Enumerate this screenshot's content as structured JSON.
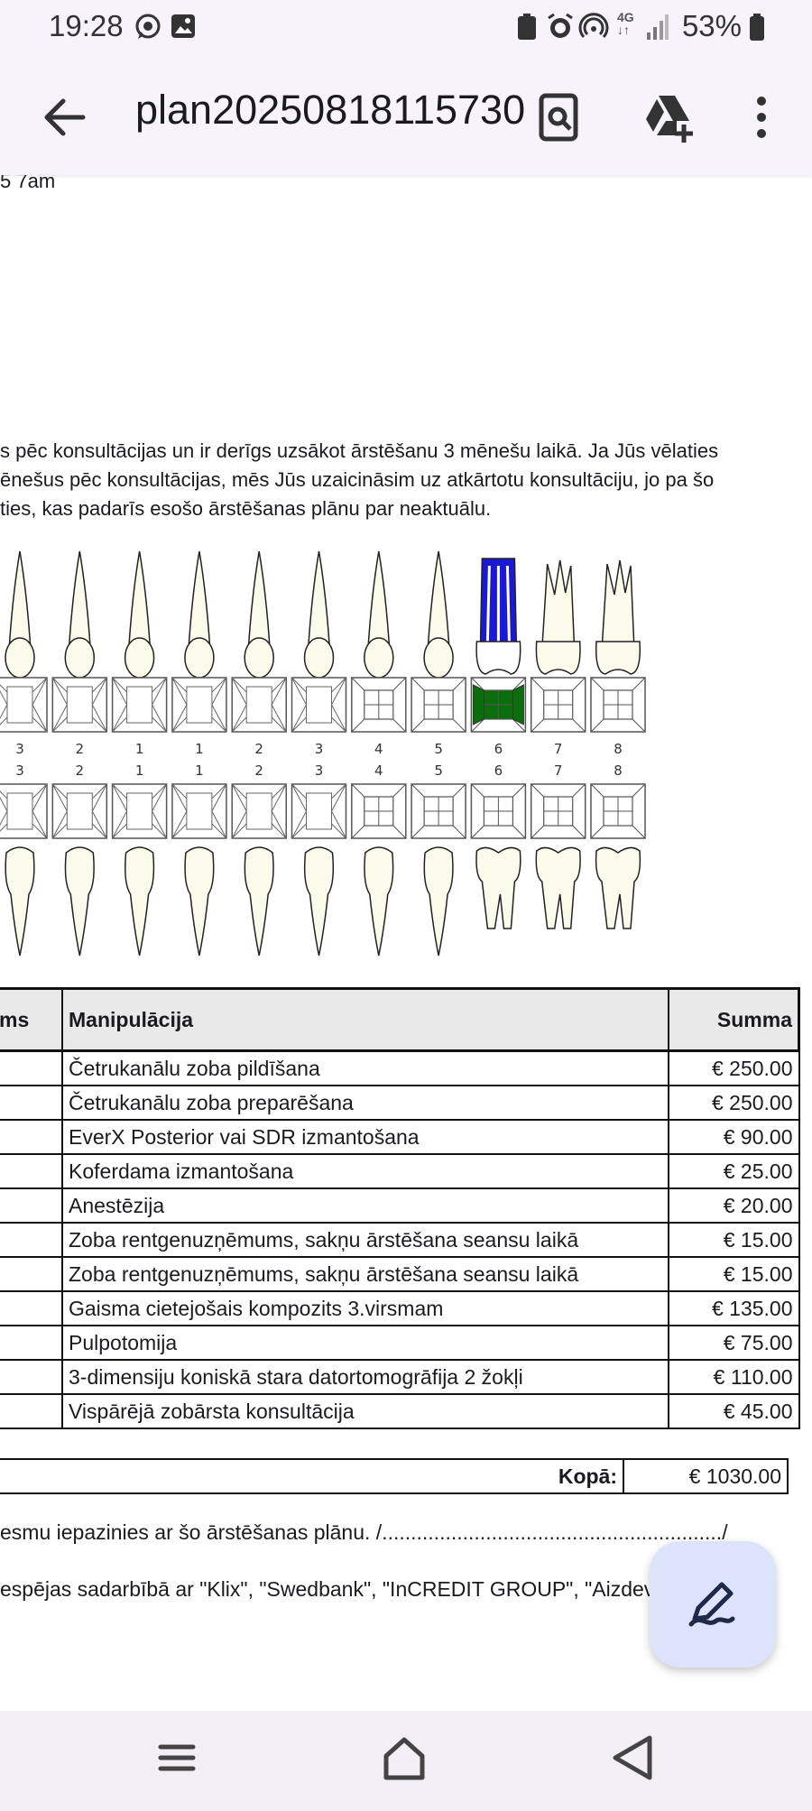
{
  "status_bar": {
    "time": "19:28",
    "battery": "53%"
  },
  "app_bar": {
    "title": "plan20250818115730"
  },
  "document": {
    "fragment_top": "5 7am",
    "paragraph": [
      "s pēc konsultācijas un ir derīgs uzsākot ārstēšanu 3 mēnešu laikā. Ja Jūs vēlaties",
      "ēnešus pēc konsultācijas, mēs Jūs uzaicināsim uz atkārtotu konsultāciju, jo pa šo",
      "ties, kas padarīs esošo ārstēšanas plānu par neaktuālu."
    ],
    "tooth_chart": {
      "upper_numbers": [
        "3",
        "2",
        "1",
        "1",
        "2",
        "3",
        "4",
        "5",
        "6",
        "7",
        "8"
      ],
      "lower_numbers": [
        "3",
        "2",
        "1",
        "1",
        "2",
        "3",
        "4",
        "5",
        "6",
        "7",
        "8"
      ],
      "highlight_root_color": "#1a1ad6",
      "highlight_filling_color": "#0a6e0a",
      "tooth_fill_color": "#fbfbec"
    },
    "table": {
      "headers": [
        "ms",
        "Manipulācija",
        "Summa"
      ],
      "rows": [
        {
          "name": "Četrukanālu zoba pildīšana",
          "sum": "€ 250.00"
        },
        {
          "name": "Četrukanālu zoba preparēšana",
          "sum": "€ 250.00"
        },
        {
          "name": "EverX Posterior vai SDR izmantošana",
          "sum": "€ 90.00"
        },
        {
          "name": "Koferdama izmantošana",
          "sum": "€ 25.00"
        },
        {
          "name": "Anestēzija",
          "sum": "€ 20.00"
        },
        {
          "name": "Zoba rentgenuzņēmums, sakņu ārstēšana seansu laikā",
          "sum": "€ 15.00"
        },
        {
          "name": "Zoba rentgenuzņēmums, sakņu ārstēšana seansu laikā",
          "sum": "€ 15.00"
        },
        {
          "name": "Gaisma cietejošais kompozits 3.virsmam",
          "sum": "€ 135.00"
        },
        {
          "name": "Pulpotomija",
          "sum": "€ 75.00"
        },
        {
          "name": "3-dimensiju koniskā stara datortomogrāfija 2 žokļi",
          "sum": "€ 110.00"
        },
        {
          "name": "Vispārējā zobārsta konsultācija",
          "sum": "€ 45.00"
        }
      ]
    },
    "total": {
      "label": "Kopā:",
      "value": "€ 1030.00"
    },
    "line1": "esmu iepazinies ar šo ārstēšanas plānu. /.........................................................../",
    "line2": "espējas sadarbībā ar \"Klix\", \"Swedbank\", \"InCREDIT GROUP\", \"Aizdevums"
  },
  "icons": {
    "back": "arrow-back-icon",
    "doc_search": "find-in-document-icon",
    "drive_add": "add-to-drive-icon",
    "more": "more-vert-icon",
    "fab": "edit-pen-icon",
    "nav_recents": "recents-icon",
    "nav_home": "home-icon",
    "nav_back": "nav-back-icon"
  },
  "colors": {
    "surface": "#f6f3fa",
    "fab": "#dde3fb",
    "table_header": "#e9e9e9"
  }
}
